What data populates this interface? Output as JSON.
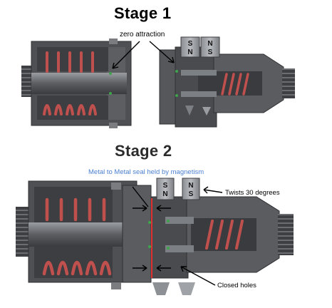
{
  "stage1": {
    "title": "Stage 1",
    "annotation": "zero attraction",
    "magnets": [
      "S",
      "N",
      "N",
      "S"
    ]
  },
  "stage2": {
    "title": "Stage 2",
    "seal_annotation": "Metal to Metal seal held by magnetism",
    "twist_annotation": "Twists 30 degrees",
    "holes_annotation": "Closed holes",
    "magnets": [
      "S",
      "N",
      "N",
      "S"
    ]
  },
  "colors": {
    "body_dark": "#4a4b4e",
    "body_mid": "#6a6c70",
    "body_light": "#8d9094",
    "spring": "#c0504d",
    "seal_line": "#e03030",
    "annotation_blue": "#4a7fd1",
    "seal_green": "#3fa34d"
  }
}
